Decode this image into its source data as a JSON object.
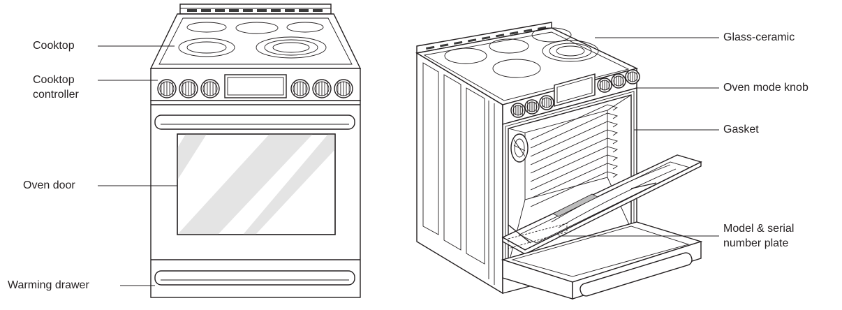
{
  "labels": {
    "cooktop": "Cooktop",
    "cooktop_controller_line1": "Cooktop",
    "cooktop_controller_line2": "controller",
    "oven_door": "Oven door",
    "warming_drawer": "Warming drawer",
    "glass_ceramic": "Glass-ceramic",
    "oven_mode_knob": "Oven mode knob",
    "gasket": "Gasket",
    "model_serial_line1": "Model & serial",
    "model_serial_line2": "number plate"
  },
  "colors": {
    "line": "#231f20",
    "glass_tint": "#e4e4e4",
    "background": "#ffffff"
  }
}
